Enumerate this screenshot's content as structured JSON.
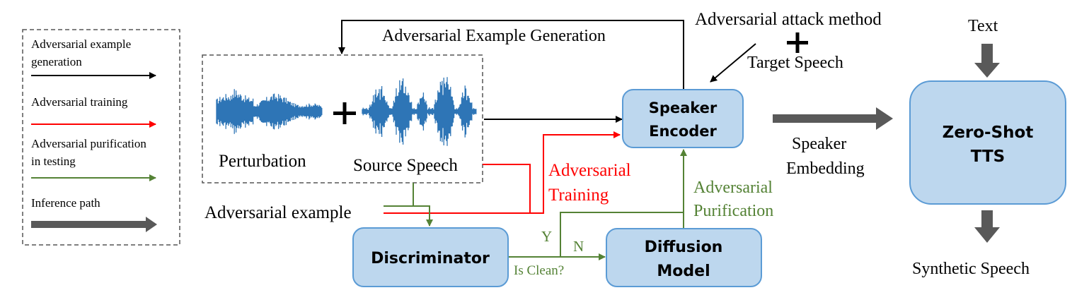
{
  "legend": {
    "items": [
      {
        "label_lines": [
          "Adversarial  example",
          "generation"
        ],
        "color": "#000000"
      },
      {
        "label_lines": [
          "Adversarial training"
        ],
        "color": "#ff0000"
      },
      {
        "label_lines": [
          "Adversarial purification",
          "in testing"
        ],
        "color": "#548235"
      },
      {
        "label_lines": [
          "Inference path"
        ],
        "color": "#595959"
      }
    ]
  },
  "labels": {
    "adv_example_generation": "Adversarial Example Generation",
    "attack_method": "Adversarial attack method",
    "target_speech": "Target Speech",
    "text": "Text",
    "perturbation": "Perturbation",
    "source_speech": "Source Speech",
    "adversarial_example": "Adversarial example",
    "adversarial_training": [
      "Adversarial",
      "Training"
    ],
    "adversarial_purification": [
      "Adversarial",
      "Purification"
    ],
    "speaker_embedding": [
      "Speaker",
      "Embedding"
    ],
    "synthetic_speech": "Synthetic Speech",
    "is_clean": "Is Clean?",
    "yes": "Y",
    "no": "N"
  },
  "boxes": {
    "speaker_encoder": [
      "Speaker",
      "Encoder"
    ],
    "discriminator": [
      "Discriminator"
    ],
    "diffusion_model": [
      "Diffusion",
      "Model"
    ],
    "zero_shot_tts": [
      "Zero-Shot",
      "TTS"
    ]
  },
  "colors": {
    "box_fill": "#bdd7ee",
    "box_stroke": "#5b9bd5",
    "waveform": "#2e75b6",
    "black": "#000000",
    "red": "#ff0000",
    "green": "#548235",
    "gray": "#595959"
  }
}
